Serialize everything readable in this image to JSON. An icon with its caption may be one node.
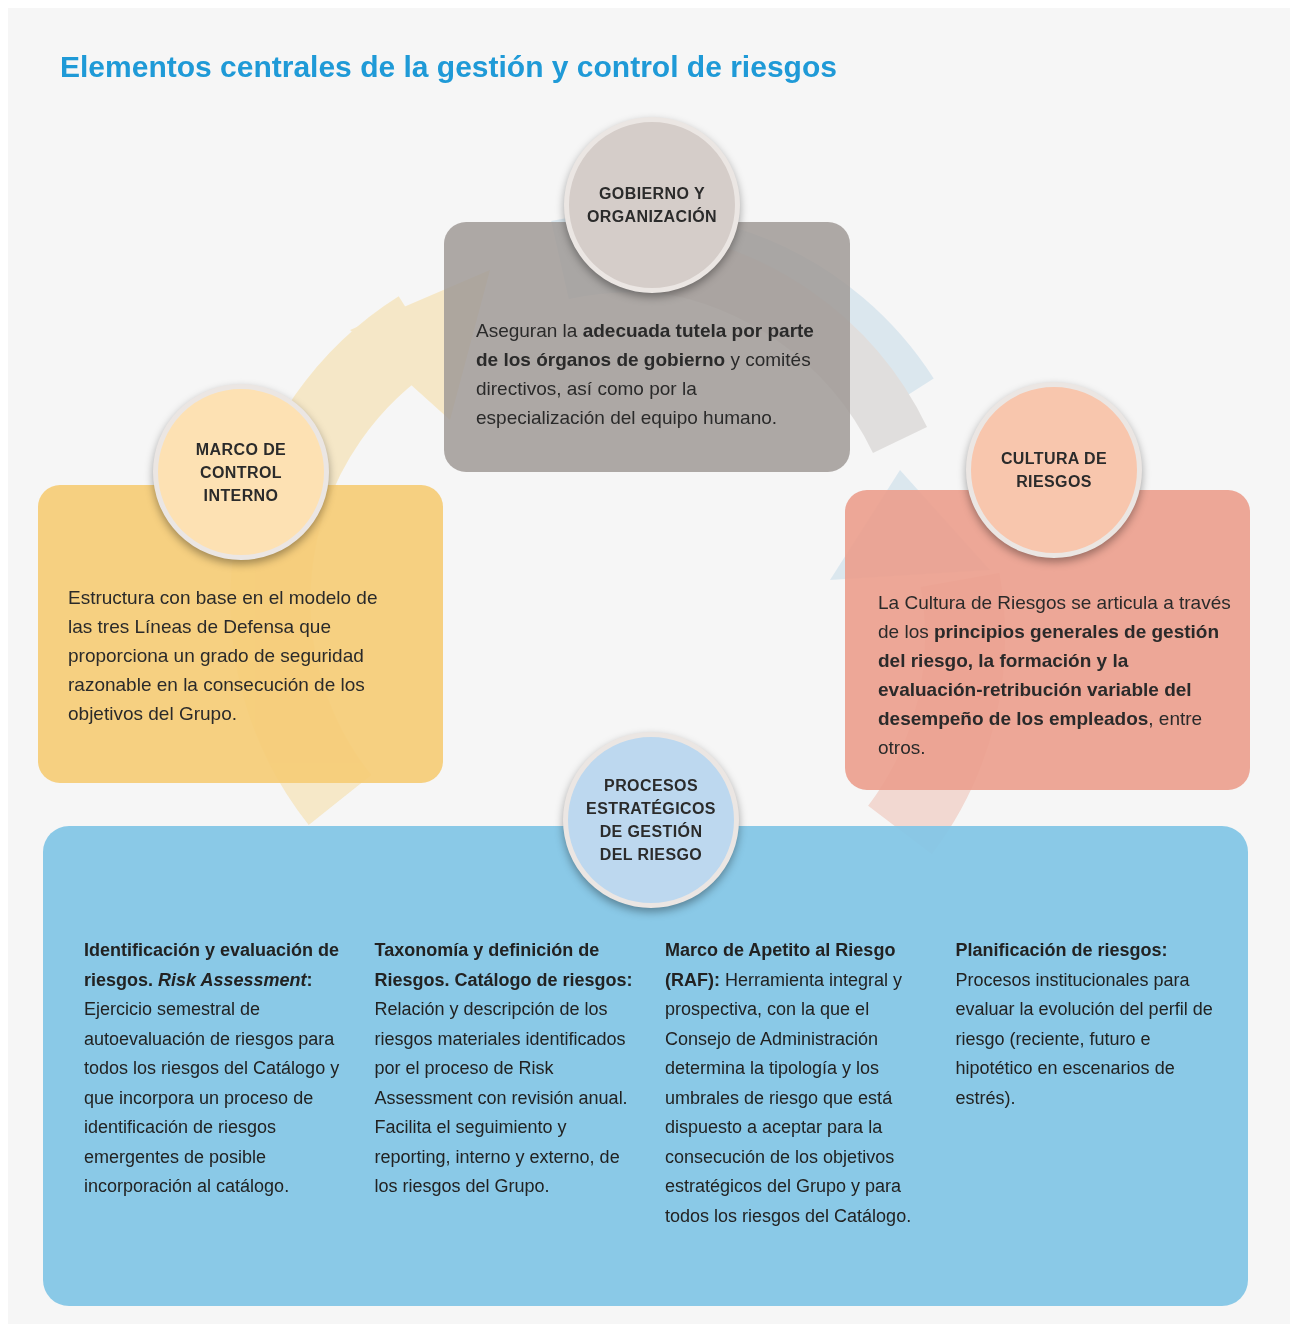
{
  "diagram": {
    "title": "Elementos centrales de la gestión y control de riesgos",
    "nodes": [
      {
        "text": [
          "GOBIERNO Y ORGANIZACIÓN"
        ]
      },
      {
        "text": [
          "Aseguran la **adecuada tutela por parte de los órganos de gobierno** y comités directivos, así como por la especialización del equipo humano."
        ]
      },
      {
        "text": [
          "MARCO DE CONTROL INTERNO"
        ]
      },
      {
        "text": [
          "Estructura con base en el modelo de las tres Líneas de Defensa que proporciona un grado de seguridad razonable en la consecución de los objetivos del Grupo."
        ]
      },
      {
        "text": [
          "CULTURA DE RIESGOS"
        ]
      },
      {
        "text": [
          "La Cultura de Riesgos se articula a través de los **principios generales de gestión del riesgo, la formación y la evaluación-retribución variable del desempeño de los empleados**, entre otros."
        ]
      },
      {
        "text": [
          "PROCESOS ESTRATÉGICOS DE GESTIÓN DEL RIESGO"
        ]
      },
      {
        "text": [
          "Identificación y evaluación de riesgos. *Risk Assessment*:",
          "Ejercicio semestral de autoevaluación de riesgos para todos los riesgos del Catálogo y que incorpora un proceso de identificación de riesgos emergentes de posible incorporación al catálogo.",
          "**Taxonomía y definición de Riesgos. Catálogo de riesgos:** Relación y descripción de los riesgos materiales identificados por el proceso de Risk Assessment con revisión anual. Facilita el seguimiento y reporting, interno y externo, de los riesgos del Grupo.",
          "**Marco de Apetito al Riesgo (RAF):** Herramienta integral y prospectiva, con la que el Consejo de Administración determina la tipología y los umbrales de riesgo que está dispuesto a aceptar para la consecución de los objetivos estratégicos del Grupo y para todos los riesgos del Catálogo.",
          "**Planificación de riesgos:** Procesos institucionales para evaluar la evolución del perfil de riesgo (reciente, futuro e hipotético en escenarios de estrés)."
        ]
      }
    ]
  }
}
